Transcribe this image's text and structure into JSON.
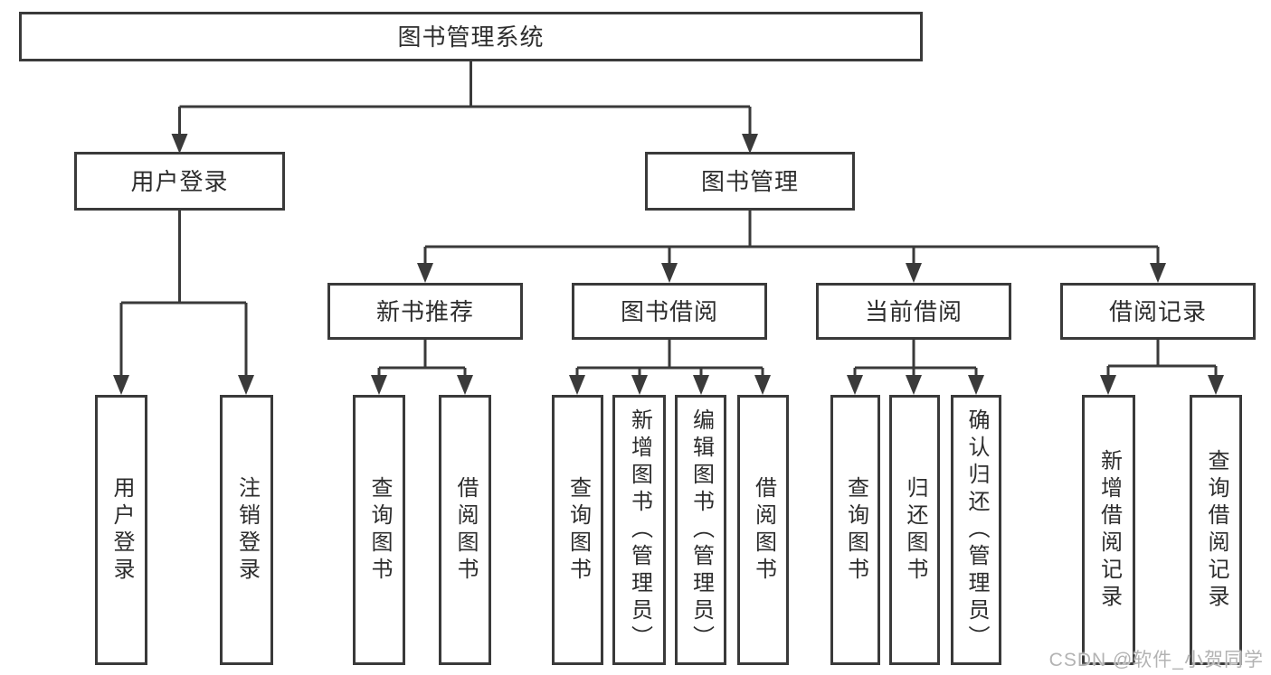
{
  "colors": {
    "line": "#3a3a3a",
    "box_border": "#3a3a3a",
    "text": "#2d2d2d",
    "watermark": "#b3b3b3",
    "background": "#ffffff"
  },
  "diagram": {
    "root": {
      "label": "图书管理系统"
    },
    "level2": {
      "user_login": {
        "label": "用户登录"
      },
      "book_mgmt": {
        "label": "图书管理"
      }
    },
    "level3": {
      "new_rec": {
        "label": "新书推荐"
      },
      "borrow": {
        "label": "图书借阅"
      },
      "current": {
        "label": "当前借阅"
      },
      "records": {
        "label": "借阅记录"
      }
    },
    "leaves": {
      "ul_login": {
        "label": "用户登录"
      },
      "ul_logout": {
        "label": "注销登录"
      },
      "nr_query": {
        "label": "查询图书"
      },
      "nr_borrow": {
        "label": "借阅图书"
      },
      "bb_query": {
        "label": "查询图书"
      },
      "bb_add": {
        "label": "新增图书（管理员）"
      },
      "bb_edit": {
        "label": "编辑图书（管理员）"
      },
      "bb_borrow": {
        "label": "借阅图书"
      },
      "cb_query": {
        "label": "查询图书"
      },
      "cb_return": {
        "label": "归还图书"
      },
      "cb_confirm": {
        "label": "确认归还（管理员）"
      },
      "br_add": {
        "label": "新增借阅记录"
      },
      "br_query": {
        "label": "查询借阅记录"
      }
    }
  },
  "watermark": {
    "text": "CSDN @软件_小贺同学"
  }
}
